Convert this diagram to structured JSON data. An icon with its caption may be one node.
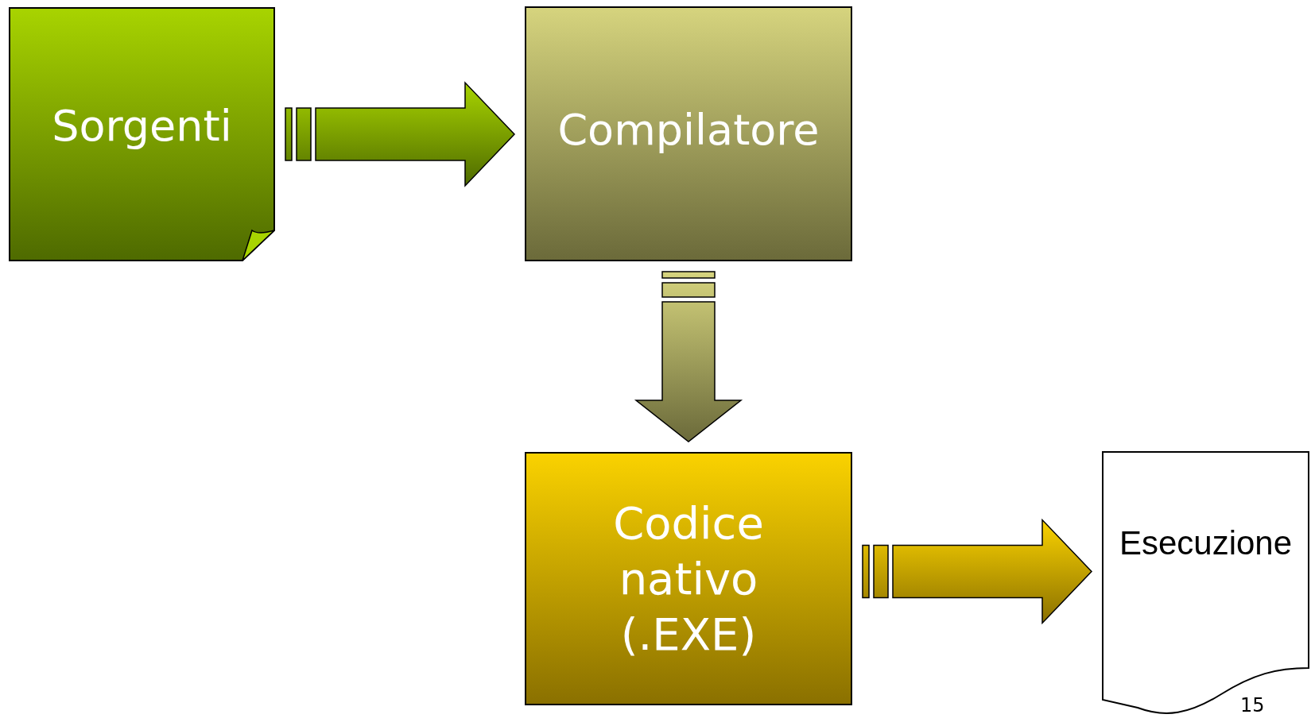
{
  "diagram": {
    "nodes": [
      {
        "text": [
          "Sorgenti"
        ]
      },
      {
        "text": [
          "Compilatore"
        ]
      },
      {
        "text": [
          "Codice nativo (.EXE)"
        ]
      },
      {
        "text": [
          "Esecuzione"
        ]
      }
    ],
    "edges": [
      {
        "from": 0,
        "to": 1,
        "arrow": "to"
      },
      {
        "from": 1,
        "to": 2,
        "arrow": "to"
      },
      {
        "from": 2,
        "to": 3,
        "arrow": "to"
      }
    ],
    "labels": [
      "15"
    ]
  }
}
